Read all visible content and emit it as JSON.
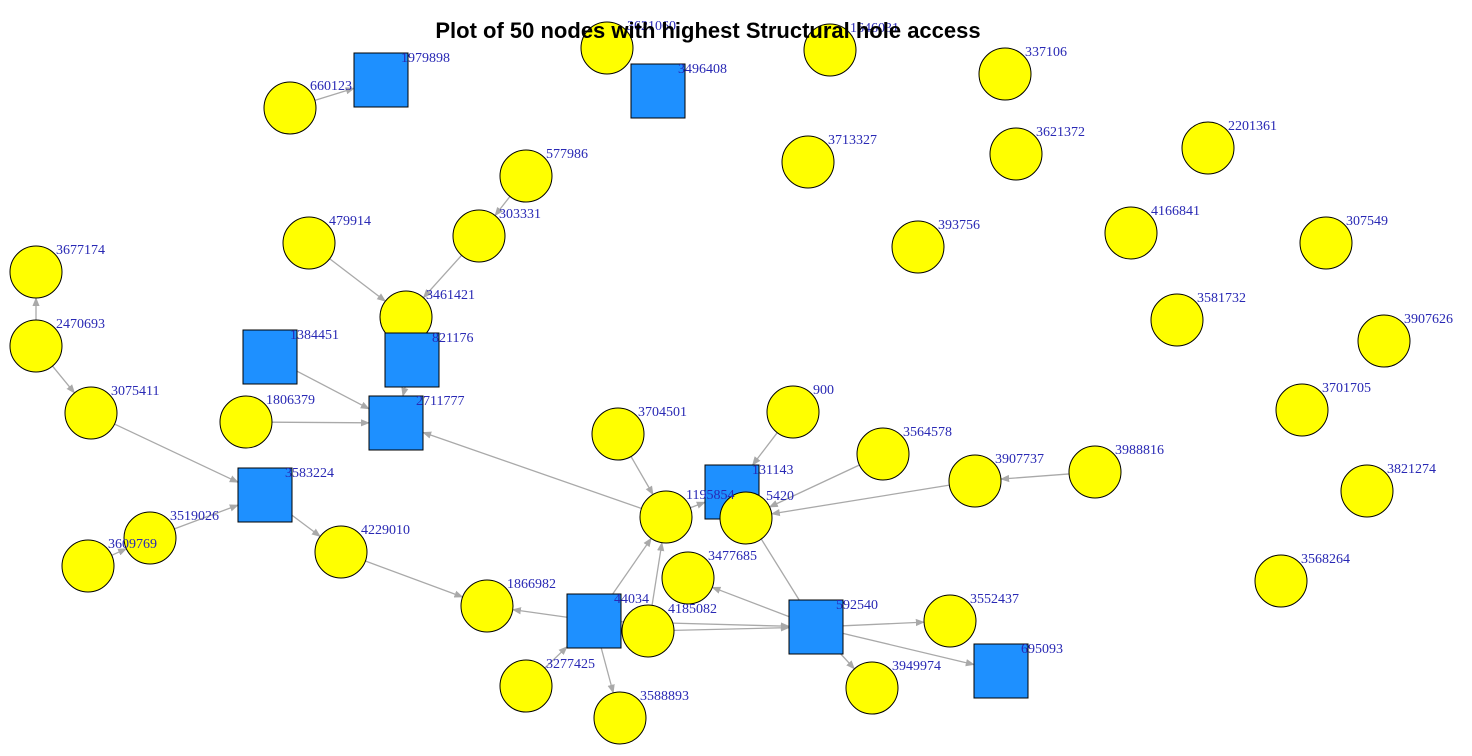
{
  "title": "Plot of 50 nodes with highest Structural hole access",
  "colors": {
    "circle_fill": "#ffff00",
    "square_fill": "#1e90ff",
    "node_stroke": "#000000",
    "edge": "#a9a9a9",
    "label": "#2828b4"
  },
  "nodes": [
    {
      "id": "660123",
      "shape": "circle"
    },
    {
      "id": "1979898",
      "shape": "square"
    },
    {
      "id": "3621060",
      "shape": "circle"
    },
    {
      "id": "3496408",
      "shape": "square"
    },
    {
      "id": "1646031",
      "shape": "circle"
    },
    {
      "id": "337106",
      "shape": "circle"
    },
    {
      "id": "3713327",
      "shape": "circle"
    },
    {
      "id": "3621372",
      "shape": "circle"
    },
    {
      "id": "2201361",
      "shape": "circle"
    },
    {
      "id": "577986",
      "shape": "circle"
    },
    {
      "id": "303331",
      "shape": "circle"
    },
    {
      "id": "479914",
      "shape": "circle"
    },
    {
      "id": "393756",
      "shape": "circle"
    },
    {
      "id": "4166841",
      "shape": "circle"
    },
    {
      "id": "307549",
      "shape": "circle"
    },
    {
      "id": "3677174",
      "shape": "circle"
    },
    {
      "id": "2470693",
      "shape": "circle"
    },
    {
      "id": "3461421",
      "shape": "circle"
    },
    {
      "id": "3581732",
      "shape": "circle"
    },
    {
      "id": "3907626",
      "shape": "circle"
    },
    {
      "id": "1384451",
      "shape": "square"
    },
    {
      "id": "821176",
      "shape": "square"
    },
    {
      "id": "3075411",
      "shape": "circle"
    },
    {
      "id": "1806379",
      "shape": "circle"
    },
    {
      "id": "2711777",
      "shape": "square"
    },
    {
      "id": "3701705",
      "shape": "circle"
    },
    {
      "id": "900",
      "shape": "circle"
    },
    {
      "id": "3704501",
      "shape": "circle"
    },
    {
      "id": "3564578",
      "shape": "circle"
    },
    {
      "id": "3988816",
      "shape": "circle"
    },
    {
      "id": "3907737",
      "shape": "circle"
    },
    {
      "id": "131143",
      "shape": "square"
    },
    {
      "id": "5420",
      "shape": "circle"
    },
    {
      "id": "1195854",
      "shape": "circle"
    },
    {
      "id": "3821274",
      "shape": "circle"
    },
    {
      "id": "3583224",
      "shape": "square"
    },
    {
      "id": "3519026",
      "shape": "circle"
    },
    {
      "id": "3609769",
      "shape": "circle"
    },
    {
      "id": "4229010",
      "shape": "circle"
    },
    {
      "id": "3477685",
      "shape": "circle"
    },
    {
      "id": "3568264",
      "shape": "circle"
    },
    {
      "id": "1866982",
      "shape": "circle"
    },
    {
      "id": "44034",
      "shape": "square"
    },
    {
      "id": "4185082",
      "shape": "circle"
    },
    {
      "id": "592540",
      "shape": "square"
    },
    {
      "id": "3552437",
      "shape": "circle"
    },
    {
      "id": "695093",
      "shape": "square"
    },
    {
      "id": "3277425",
      "shape": "circle"
    },
    {
      "id": "3949974",
      "shape": "circle"
    },
    {
      "id": "3588893",
      "shape": "circle"
    }
  ],
  "edges": [
    {
      "from": "660123",
      "to": "1979898"
    },
    {
      "from": "577986",
      "to": "303331"
    },
    {
      "from": "303331",
      "to": "3461421"
    },
    {
      "from": "479914",
      "to": "3461421"
    },
    {
      "from": "2470693",
      "to": "3677174"
    },
    {
      "from": "2470693",
      "to": "3075411"
    },
    {
      "from": "3075411",
      "to": "3583224"
    },
    {
      "from": "3461421",
      "to": "821176"
    },
    {
      "from": "821176",
      "to": "2711777"
    },
    {
      "from": "1384451",
      "to": "2711777"
    },
    {
      "from": "1806379",
      "to": "2711777"
    },
    {
      "from": "1195854",
      "to": "2711777"
    },
    {
      "from": "3519026",
      "to": "3583224"
    },
    {
      "from": "3609769",
      "to": "3519026"
    },
    {
      "from": "3583224",
      "to": "4229010"
    },
    {
      "from": "4229010",
      "to": "1866982"
    },
    {
      "from": "900",
      "to": "131143"
    },
    {
      "from": "3704501",
      "to": "1195854"
    },
    {
      "from": "3564578",
      "to": "5420"
    },
    {
      "from": "3907737",
      "to": "5420"
    },
    {
      "from": "3988816",
      "to": "3907737"
    },
    {
      "from": "1195854",
      "to": "131143"
    },
    {
      "from": "44034",
      "to": "1195854"
    },
    {
      "from": "44034",
      "to": "1866982"
    },
    {
      "from": "44034",
      "to": "3588893"
    },
    {
      "from": "3277425",
      "to": "44034"
    },
    {
      "from": "4185082",
      "to": "1195854"
    },
    {
      "from": "44034",
      "to": "592540"
    },
    {
      "from": "4185082",
      "to": "592540"
    },
    {
      "from": "592540",
      "to": "3477685"
    },
    {
      "from": "592540",
      "to": "131143"
    },
    {
      "from": "592540",
      "to": "3552437"
    },
    {
      "from": "592540",
      "to": "695093"
    },
    {
      "from": "592540",
      "to": "3949974"
    }
  ]
}
